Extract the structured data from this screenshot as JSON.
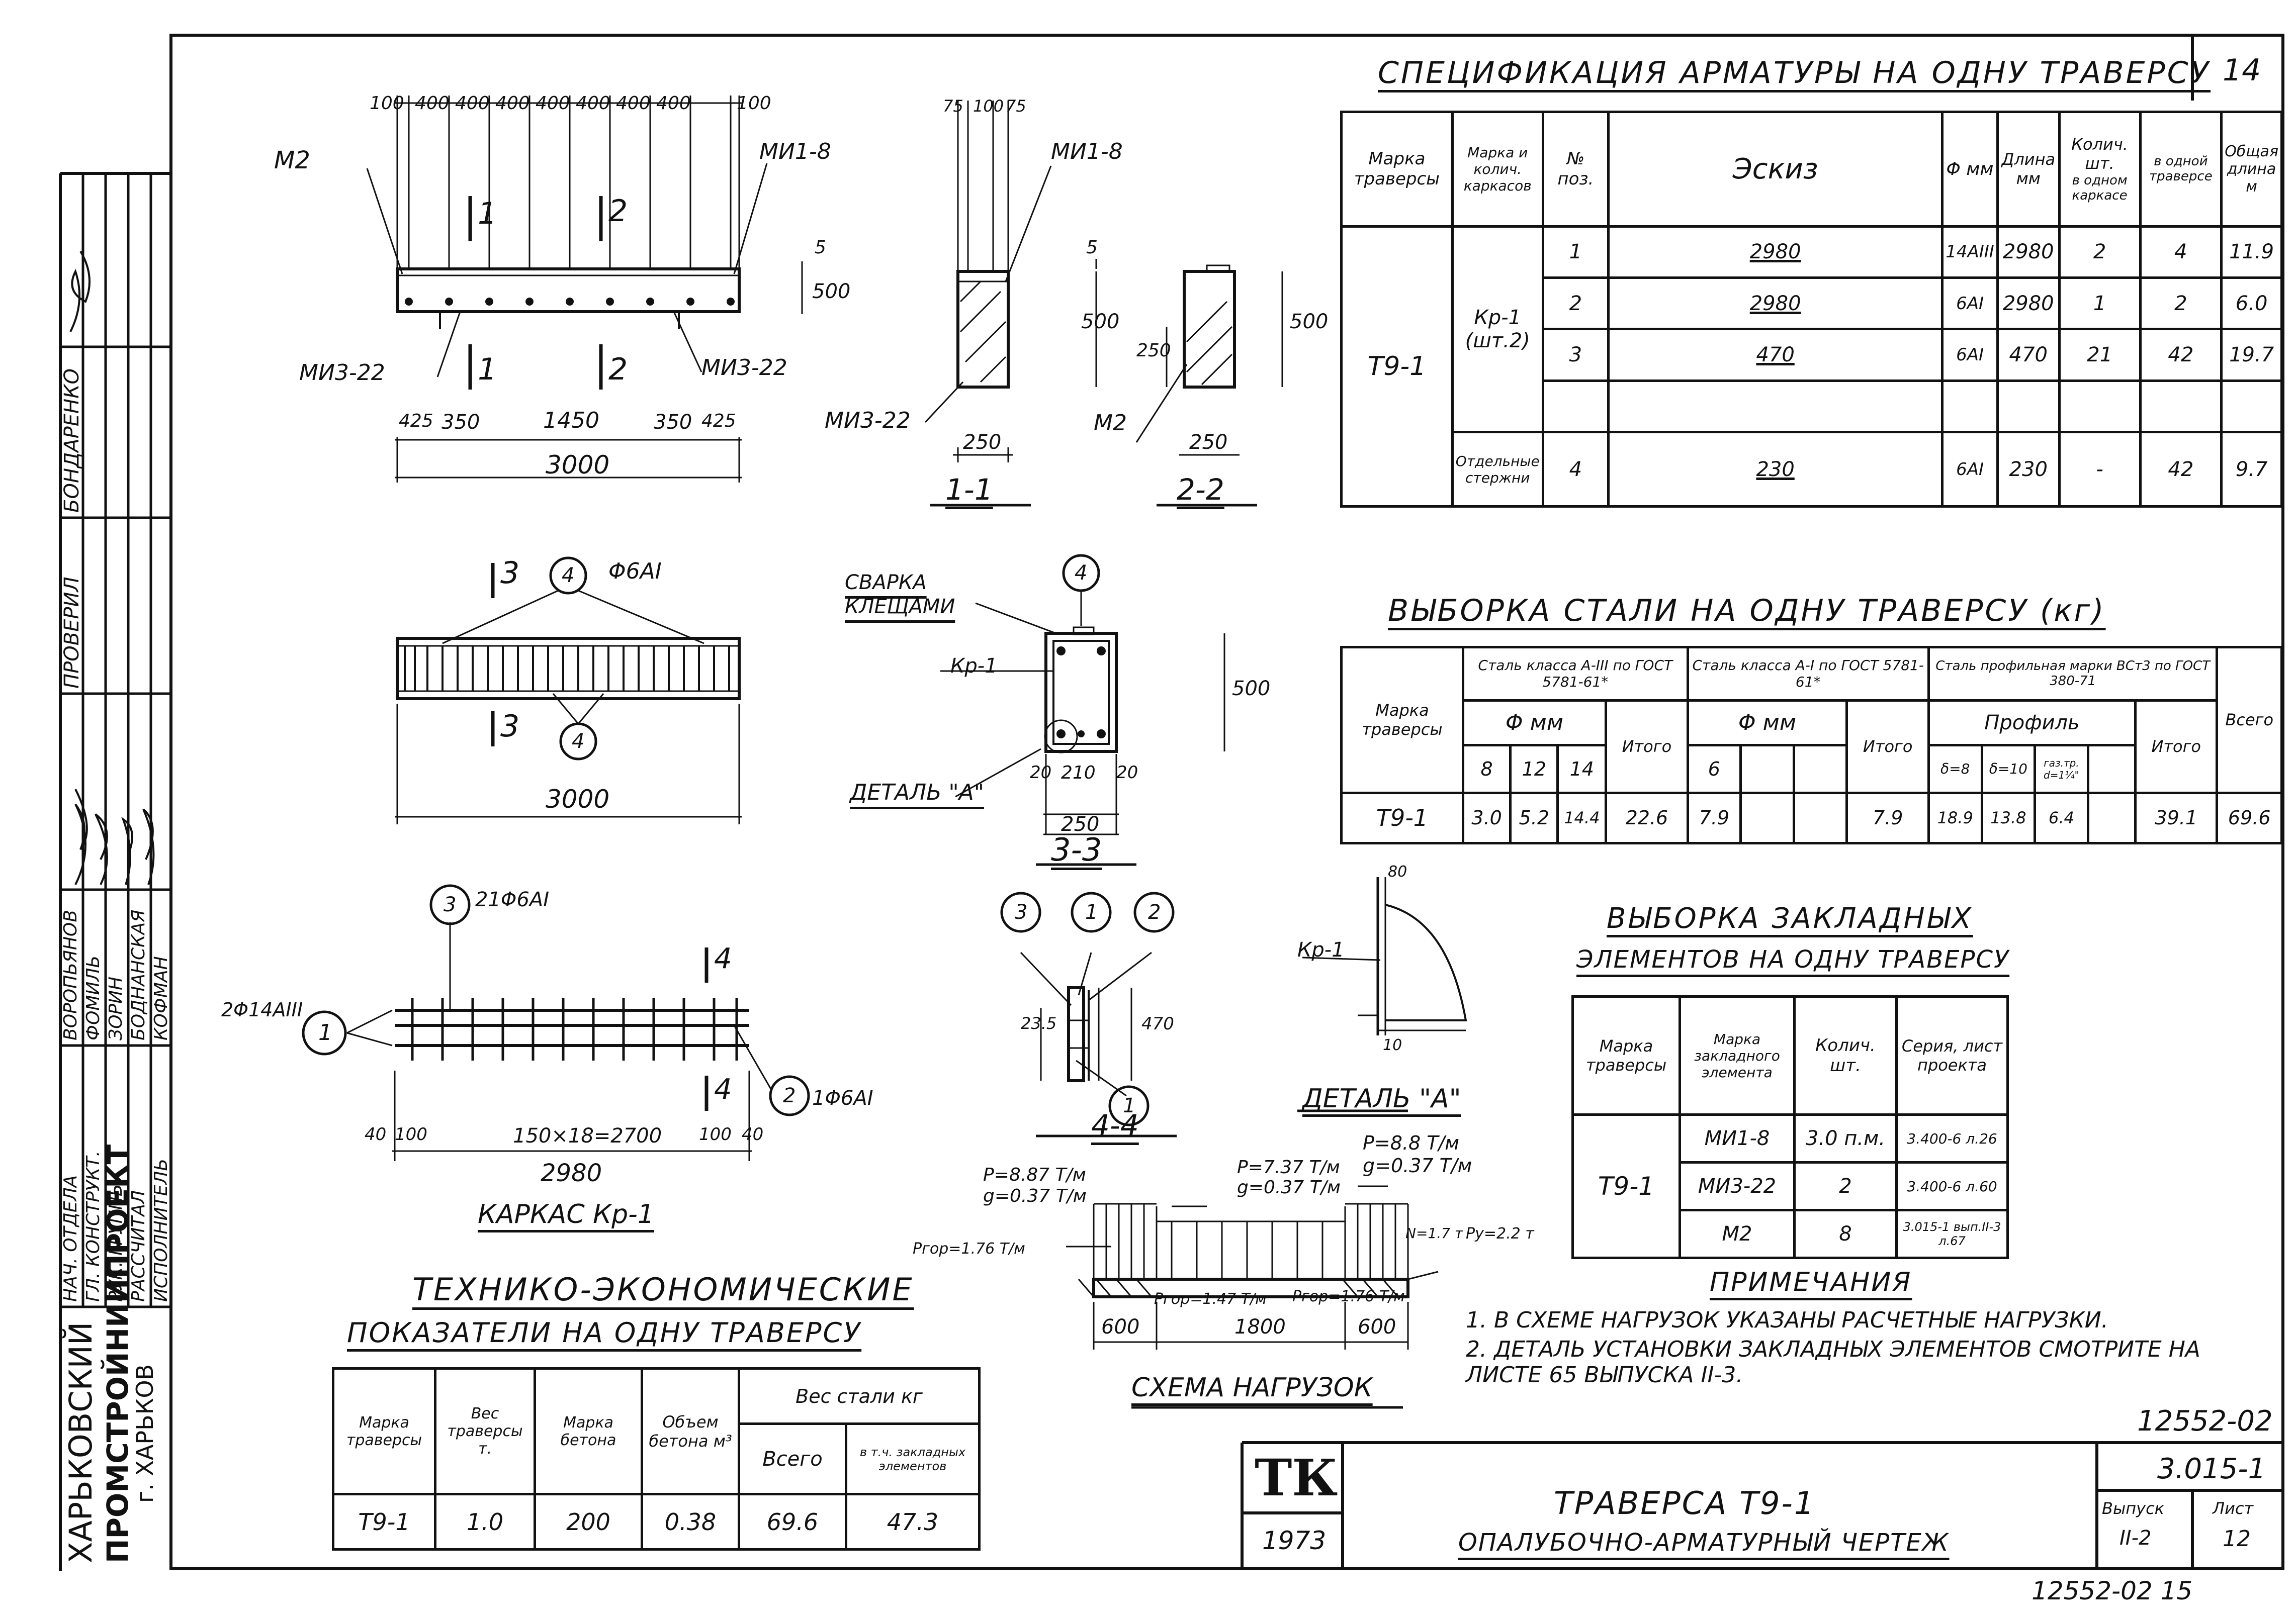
{
  "sheet": {
    "corner_number": "14",
    "bottom_code": "12552-02 15",
    "doc_code_top": "12552-02",
    "series_code": "3.015-1",
    "issue_label": "Выпуск",
    "issue_value": "II-2",
    "sheet_label": "Лист",
    "sheet_value": "12",
    "tk_logo": "ТК",
    "year": "1973",
    "title_line1": "ТРАВЕРСА Т9-1",
    "title_line2": "ОПАЛУБОЧНО-АРМАТУРНЫЙ ЧЕРТЕЖ"
  },
  "side_stamp": {
    "org_line1": "ХАРЬКОВСКИЙ",
    "org_line2": "ПРОМСТРОЙНИИПРОЕКТ",
    "org_line3": "г. ХАРЬКОВ",
    "roles": [
      "НАЧ. ОТДЕЛА",
      "ГЛ. КОНСТРУКТ.",
      "РУК. ГРУППЫ",
      "РАССЧИТАЛ",
      "ИСПОЛНИТЕЛЬ"
    ],
    "names": [
      "ВОРОПЬЯНОВ",
      "ФОМИЛЬ",
      "ЗОРИН",
      "БОДНАНСКАЯ",
      "КОФМАН"
    ],
    "checked_label": "ПРОВЕРИЛ",
    "checked_name": "БОНДАРЕНКО"
  },
  "spec_table": {
    "title": "СПЕЦИФИКАЦИЯ АРМАТУРЫ НА ОДНУ ТРАВЕРСУ",
    "headers": {
      "mark": "Марка траверсы",
      "frame": "Марка и колич. каркасов",
      "pos": "№ поз.",
      "sketch": "Эскиз",
      "diam": "Φ мм",
      "length": "Длина мм",
      "qty": "Колич. шт.",
      "qty_one": "в одном каркасе",
      "qty_trav": "в одной траверсе",
      "total": "Общая длина м"
    },
    "mark": "Т9-1",
    "frame_label": "Кр-1 (шт.2)",
    "separate_label": "Отдельные стержни",
    "rows": [
      {
        "pos": "1",
        "sketch": "2980",
        "diam": "14AIII",
        "length": "2980",
        "qty_one": "2",
        "qty_trav": "4",
        "total": "11.9"
      },
      {
        "pos": "2",
        "sketch": "2980",
        "diam": "6AI",
        "length": "2980",
        "qty_one": "1",
        "qty_trav": "2",
        "total": "6.0"
      },
      {
        "pos": "3",
        "sketch": "470",
        "diam": "6AI",
        "length": "470",
        "qty_one": "21",
        "qty_trav": "42",
        "total": "19.7"
      },
      {
        "pos": "4",
        "sketch": "230",
        "diam": "6AI",
        "length": "230",
        "qty_one": "-",
        "qty_trav": "42",
        "total": "9.7"
      }
    ]
  },
  "steel_table": {
    "title": "ВЫБОРКА СТАЛИ НА ОДНУ ТРАВЕРСУ (кг)",
    "h_mark": "Марка траверсы",
    "h_a3": "Сталь класса А-III по ГОСТ 5781-61*",
    "h_a1": "Сталь класса А-I по ГОСТ 5781-61*",
    "h_prof": "Сталь профильная марки ВСт3 по ГОСТ 380-71",
    "h_dmm": "Φ мм",
    "h_itogo": "Итого",
    "h_profile": "Профиль",
    "h_total": "Всего",
    "d_a3": [
      "8",
      "12",
      "14"
    ],
    "d_a1": [
      "6"
    ],
    "d_prof": [
      "δ=8",
      "δ=10",
      "газ.тр. d=1¼\""
    ],
    "row": {
      "mark": "Т9-1",
      "a3": [
        "3.0",
        "5.2",
        "14.4"
      ],
      "a3_total": "22.6",
      "a1": [
        "7.9"
      ],
      "a1_total": "7.9",
      "prof": [
        "18.9",
        "13.8",
        "6.4"
      ],
      "prof_total": "39.1",
      "total": "69.6"
    }
  },
  "embed_table": {
    "title_line1": "ВЫБОРКА ЗАКЛАДНЫХ",
    "title_line2": "ЭЛЕМЕНТОВ НА ОДНУ ТРАВЕРСУ",
    "headers": [
      "Марка траверсы",
      "Марка закладного элемента",
      "Колич. шт.",
      "Серия, лист проекта"
    ],
    "mark": "Т9-1",
    "rows": [
      {
        "elem": "МИ1-8",
        "qty": "3.0 п.м.",
        "series": "3.400-6 л.26"
      },
      {
        "elem": "МИ3-22",
        "qty": "2",
        "series": "3.400-6 л.60"
      },
      {
        "elem": "М2",
        "qty": "8",
        "series": "3.015-1 вып.II-3 л.67"
      }
    ]
  },
  "notes": {
    "title": "ПРИМЕЧАНИЯ",
    "items": [
      "1. В СХЕМЕ НАГРУЗОК УКАЗАНЫ РАСЧЕТНЫЕ НАГРУЗКИ.",
      "2. ДЕТАЛЬ УСТАНОВКИ ЗАКЛАДНЫХ ЭЛЕМЕНТОВ СМОТРИТЕ НА ЛИСТЕ 65 ВЫПУСКА II-3."
    ]
  },
  "tech_table": {
    "title_line1": "ТЕХНИКО-ЭКОНОМИЧЕСКИЕ",
    "title_line2": "ПОКАЗАТЕЛИ НА ОДНУ ТРАВЕРСУ",
    "headers": [
      "Марка траверсы",
      "Вес траверсы т.",
      "Марка бетона",
      "Объем бетона м³",
      "Вес стали кг",
      "Всего",
      "в т.ч. закладных элементов"
    ],
    "row": [
      "Т9-1",
      "1.0",
      "200",
      "0.38",
      "69.6",
      "47.3"
    ]
  },
  "drawing": {
    "top_dims": [
      "100",
      "400",
      "400",
      "400",
      "400",
      "400",
      "400",
      "400",
      "100"
    ],
    "bottom_dims": [
      "425",
      "350",
      "1450",
      "350",
      "425"
    ],
    "overall": "3000",
    "m2": "М2",
    "mi1": "МИ1-8",
    "mi3": "МИ3-22",
    "h500": "500",
    "h5": "5",
    "cut1": "1",
    "cut2": "2",
    "cut3": "3",
    "cut4": "4",
    "sec11": "1-1",
    "sec22": "2-2",
    "sec33": "3-3",
    "sec44": "4-4",
    "d250": "250",
    "d75": "75",
    "d100": "100",
    "plan_rebar": "Φ6AI",
    "plan_len": "3000",
    "kr_label": "КАРКАС Кр-1",
    "kr_len": "2980",
    "kr_step": "150×18=2700",
    "kr_end40": "40",
    "kr_end100": "100",
    "kr_p1": "2Φ14AIII",
    "kr_p2": "1Φ6AI",
    "kr_p3": "21Φ6AI",
    "weld": "СВАРКА КЛЕЩАМИ",
    "kr1": "Кр-1",
    "detail_a": "ДЕТАЛЬ \"А\"",
    "s33_dims": [
      "20",
      "210",
      "20"
    ],
    "d470": "470",
    "d235": "23.5",
    "d10": "10",
    "d40": "40",
    "d80": "80",
    "load_title": "СХЕМА НАГРУЗОК",
    "load_p1": "P=8.87 Т/м",
    "load_g1": "g=0.37 Т/м",
    "load_p2": "P=7.37 Т/м",
    "load_g2": "g=0.37 Т/м",
    "load_p3": "P=8.8 Т/м",
    "load_g3": "g=0.37 Т/м",
    "load_h1": "Pгор=1.76 Т/м",
    "load_h2": "Pгор=1.47 Т/м",
    "load_h3": "Pгор=1.76 Т/м",
    "load_n": "N=1.7 т",
    "load_py": "Py=2.2 т",
    "span": [
      "600",
      "1800",
      "600"
    ]
  }
}
